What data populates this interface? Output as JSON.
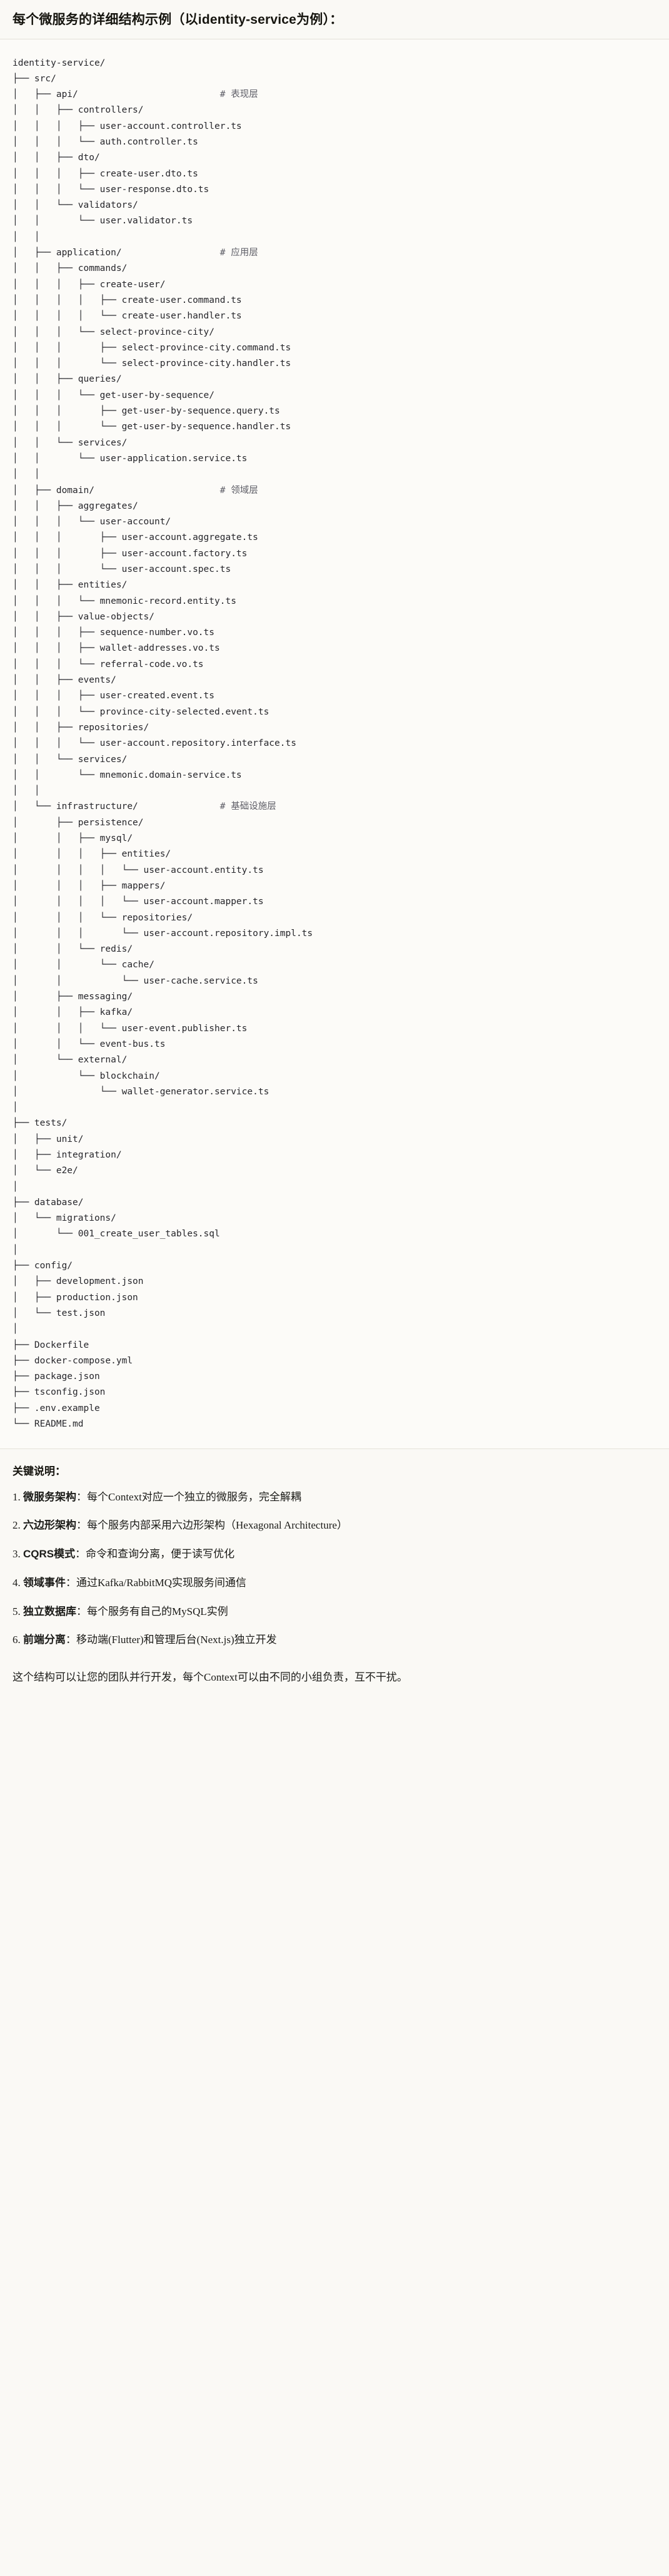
{
  "header": {
    "title": "每个微服务的详细结构示例（以identity-service为例）："
  },
  "tree": {
    "root": "identity-service/",
    "comments": {
      "api": "# 表现层",
      "application": "# 应用层",
      "domain": "# 领域层",
      "infrastructure": "# 基础设施层"
    },
    "text": "identity-service/\n├── src/\n│   ├── api/                          # 表现层\n│   │   ├── controllers/\n│   │   │   ├── user-account.controller.ts\n│   │   │   └── auth.controller.ts\n│   │   ├── dto/\n│   │   │   ├── create-user.dto.ts\n│   │   │   └── user-response.dto.ts\n│   │   └── validators/\n│   │       └── user.validator.ts\n│   │\n│   ├── application/                  # 应用层\n│   │   ├── commands/\n│   │   │   ├── create-user/\n│   │   │   │   ├── create-user.command.ts\n│   │   │   │   └── create-user.handler.ts\n│   │   │   └── select-province-city/\n│   │   │       ├── select-province-city.command.ts\n│   │   │       └── select-province-city.handler.ts\n│   │   ├── queries/\n│   │   │   └── get-user-by-sequence/\n│   │   │       ├── get-user-by-sequence.query.ts\n│   │   │       └── get-user-by-sequence.handler.ts\n│   │   └── services/\n│   │       └── user-application.service.ts\n│   │\n│   ├── domain/                       # 领域层\n│   │   ├── aggregates/\n│   │   │   └── user-account/\n│   │   │       ├── user-account.aggregate.ts\n│   │   │       ├── user-account.factory.ts\n│   │   │       └── user-account.spec.ts\n│   │   ├── entities/\n│   │   │   └── mnemonic-record.entity.ts\n│   │   ├── value-objects/\n│   │   │   ├── sequence-number.vo.ts\n│   │   │   ├── wallet-addresses.vo.ts\n│   │   │   └── referral-code.vo.ts\n│   │   ├── events/\n│   │   │   ├── user-created.event.ts\n│   │   │   └── province-city-selected.event.ts\n│   │   ├── repositories/\n│   │   │   └── user-account.repository.interface.ts\n│   │   └── services/\n│   │       └── mnemonic.domain-service.ts\n│   │\n│   └── infrastructure/               # 基础设施层\n│       ├── persistence/\n│       │   ├── mysql/\n│       │   │   ├── entities/\n│       │   │   │   └── user-account.entity.ts\n│       │   │   ├── mappers/\n│       │   │   │   └── user-account.mapper.ts\n│       │   │   └── repositories/\n│       │   │       └── user-account.repository.impl.ts\n│       │   └── redis/\n│       │       └── cache/\n│       │           └── user-cache.service.ts\n│       ├── messaging/\n│       │   ├── kafka/\n│       │   │   └── user-event.publisher.ts\n│       │   └── event-bus.ts\n│       └── external/\n│           └── blockchain/\n│               └── wallet-generator.service.ts\n│\n├── tests/\n│   ├── unit/\n│   ├── integration/\n│   └── e2e/\n│\n├── database/\n│   └── migrations/\n│       └── 001_create_user_tables.sql\n│\n├── config/\n│   ├── development.json\n│   ├── production.json\n│   └── test.json\n│\n├── Dockerfile\n├── docker-compose.yml\n├── package.json\n├── tsconfig.json\n├── .env.example\n└── README.md"
  },
  "notes": {
    "title": "关键说明：",
    "items": [
      {
        "term": "微服务架构",
        "desc": "：每个Context对应一个独立的微服务，完全解耦"
      },
      {
        "term": "六边形架构",
        "desc": "：每个服务内部采用六边形架构（Hexagonal Architecture）"
      },
      {
        "term": "CQRS模式",
        "desc": "：命令和查询分离，便于读写优化"
      },
      {
        "term": "领域事件",
        "desc": "：通过Kafka/RabbitMQ实现服务间通信"
      },
      {
        "term": "独立数据库",
        "desc": "：每个服务有自己的MySQL实例"
      },
      {
        "term": "前端分离",
        "desc": "：移动端(Flutter)和管理后台(Next.js)独立开发"
      }
    ],
    "closing": "这个结构可以让您的团队并行开发，每个Context可以由不同的小组负责，互不干扰。"
  },
  "colors": {
    "page_background": "#faf9f5",
    "code_background": "#fcfbf8",
    "text": "#1a1a18",
    "code_text": "#26262b",
    "comment_text": "#5d5d66",
    "rule": "#e4e1d8"
  }
}
